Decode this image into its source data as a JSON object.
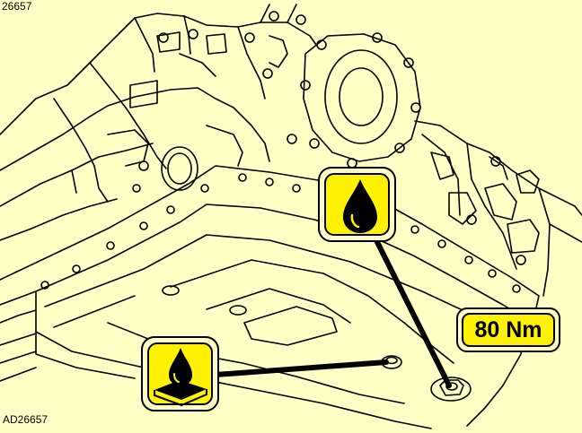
{
  "labels": {
    "top_id": "26657",
    "bottom_id": "AD26657",
    "torque": "80 Nm"
  },
  "icons": {
    "oil_drop": "oil-drop-icon",
    "oil_fill_tray": "oil-fill-tray-icon"
  },
  "colors": {
    "background": "#ffffc6",
    "symbol_fill": "#fff200",
    "ink": "#000000"
  }
}
